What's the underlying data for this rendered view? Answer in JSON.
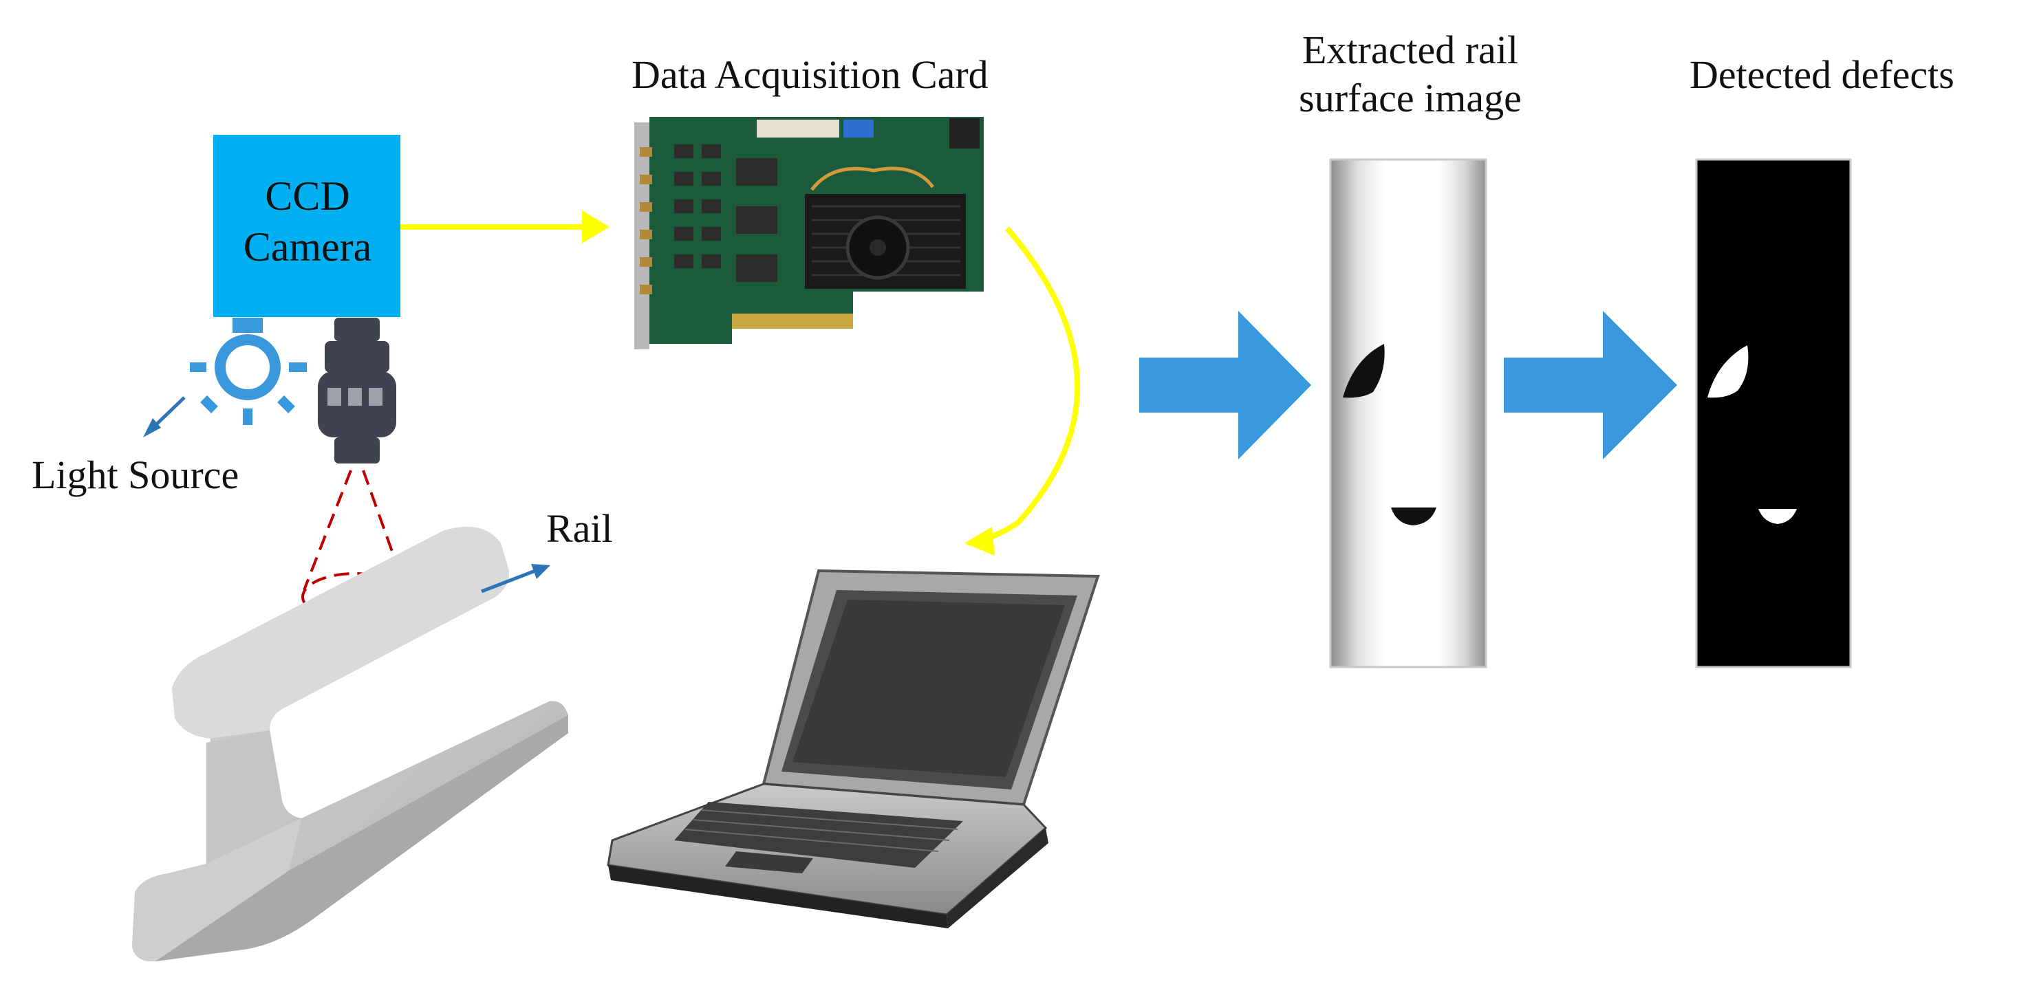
{
  "labels": {
    "camera_line1": "CCD",
    "camera_line2": "Camera",
    "daq_card": "Data Acquisition Card",
    "light_source": "Light Source",
    "rail": "Rail",
    "extracted_line1": "Extracted rail",
    "extracted_line2": "surface image",
    "detected": "Detected defects"
  },
  "colors": {
    "camera_box": "#00b0f0",
    "signal_arrow": "#ffff00",
    "flow_arrow": "#3a99dc",
    "light_icon": "#3a99dc",
    "pointer_arrow": "#2e75b6",
    "lens": "#3f4350",
    "view_cone": "#c00000",
    "pcb": "#1c5a3c",
    "defect_mask_bg": "#000000"
  },
  "icons": [
    "light-bulb-icon",
    "camera-lens-icon",
    "pcb-card-image",
    "laptop-image",
    "rail-image"
  ]
}
